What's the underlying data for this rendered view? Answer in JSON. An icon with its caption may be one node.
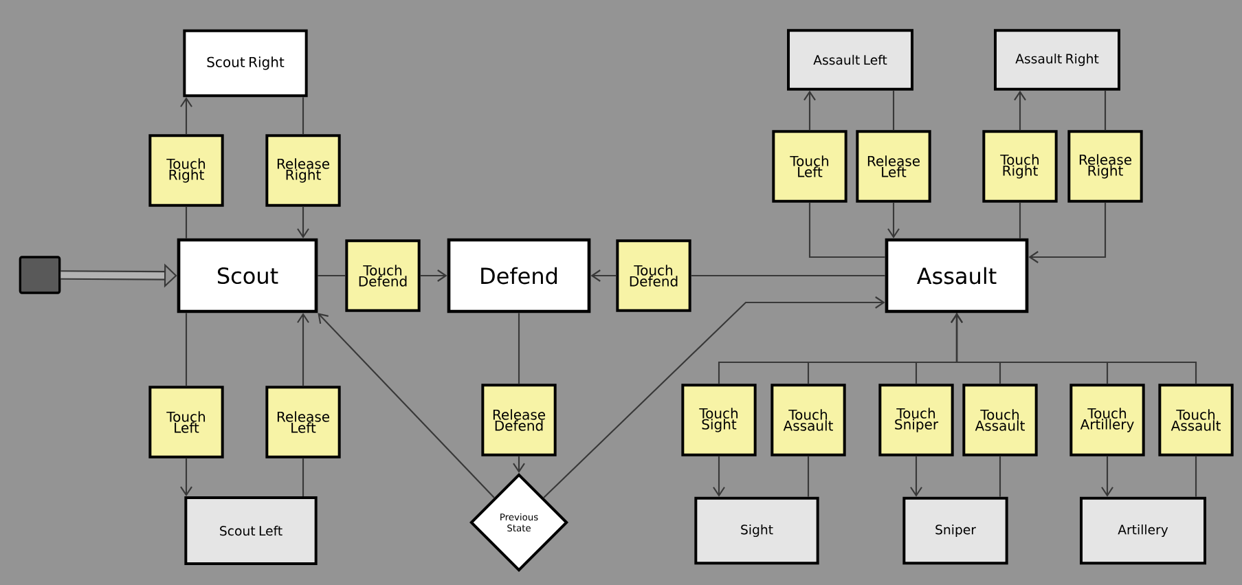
{
  "diagram": {
    "nodes": [
      {
        "text": [],
        "shape": "box"
      },
      {
        "text": [
          "Scout"
        ]
      },
      {
        "text": [
          "Scout Right"
        ]
      },
      {
        "text": [
          "Touch Right"
        ]
      },
      {
        "text": [
          "Release Right"
        ]
      },
      {
        "text": [
          "Touch Left"
        ]
      },
      {
        "text": [
          "Release Left"
        ]
      },
      {
        "text": [
          "Scout Left"
        ]
      },
      {
        "text": [
          "Touch Defend"
        ]
      },
      {
        "text": [
          "Defend"
        ]
      },
      {
        "text": [
          "Touch Defend"
        ]
      },
      {
        "text": [
          "Release Defend"
        ]
      },
      {
        "text": [
          "Previous State"
        ]
      },
      {
        "text": [
          "Assault"
        ]
      },
      {
        "text": [
          "Assault Left"
        ]
      },
      {
        "text": [
          "Assault Right"
        ]
      },
      {
        "text": [
          "Touch Left"
        ]
      },
      {
        "text": [
          "Release Left"
        ]
      },
      {
        "text": [
          "Touch Right"
        ]
      },
      {
        "text": [
          "Release Right"
        ]
      },
      {
        "text": [
          "Touch Sight"
        ]
      },
      {
        "text": [
          "Touch Assault"
        ]
      },
      {
        "text": [
          "Touch Sniper"
        ]
      },
      {
        "text": [
          "Touch Assault"
        ]
      },
      {
        "text": [
          "Touch Artillery"
        ]
      },
      {
        "text": [
          "Touch Assault"
        ]
      },
      {
        "text": [
          "Sight"
        ]
      },
      {
        "text": [
          "Sniper"
        ]
      },
      {
        "text": [
          "Artillery"
        ]
      }
    ],
    "edges": [
      {
        "from": 0,
        "to": 1,
        "arrow": "to",
        "style": "thick"
      },
      {
        "from": 1,
        "to": 3,
        "arrow": "none"
      },
      {
        "from": 3,
        "to": 2,
        "arrow": "to"
      },
      {
        "from": 2,
        "to": 4,
        "arrow": "none"
      },
      {
        "from": 4,
        "to": 1,
        "arrow": "to"
      },
      {
        "from": 1,
        "to": 5,
        "arrow": "none"
      },
      {
        "from": 5,
        "to": 7,
        "arrow": "to"
      },
      {
        "from": 7,
        "to": 6,
        "arrow": "none"
      },
      {
        "from": 6,
        "to": 1,
        "arrow": "to"
      },
      {
        "from": 1,
        "to": 8,
        "arrow": "none"
      },
      {
        "from": 8,
        "to": 9,
        "arrow": "to"
      },
      {
        "from": 13,
        "to": 10,
        "arrow": "none"
      },
      {
        "from": 10,
        "to": 9,
        "arrow": "to"
      },
      {
        "from": 9,
        "to": 11,
        "arrow": "none"
      },
      {
        "from": 11,
        "to": 12,
        "arrow": "to"
      },
      {
        "from": 12,
        "to": 1,
        "arrow": "to"
      },
      {
        "from": 12,
        "to": 13,
        "arrow": "to"
      },
      {
        "from": 13,
        "to": 16,
        "arrow": "none"
      },
      {
        "from": 16,
        "to": 14,
        "arrow": "to"
      },
      {
        "from": 14,
        "to": 17,
        "arrow": "none"
      },
      {
        "from": 17,
        "to": 13,
        "arrow": "to"
      },
      {
        "from": 13,
        "to": 18,
        "arrow": "none"
      },
      {
        "from": 18,
        "to": 15,
        "arrow": "to"
      },
      {
        "from": 15,
        "to": 19,
        "arrow": "none"
      },
      {
        "from": 19,
        "to": 13,
        "arrow": "to"
      },
      {
        "from": 13,
        "to": 20,
        "arrow": "none"
      },
      {
        "from": 20,
        "to": 26,
        "arrow": "to"
      },
      {
        "from": 26,
        "to": 21,
        "arrow": "none"
      },
      {
        "from": 21,
        "to": 13,
        "arrow": "to"
      },
      {
        "from": 13,
        "to": 22,
        "arrow": "none"
      },
      {
        "from": 22,
        "to": 27,
        "arrow": "to"
      },
      {
        "from": 27,
        "to": 23,
        "arrow": "none"
      },
      {
        "from": 23,
        "to": 13,
        "arrow": "to"
      },
      {
        "from": 13,
        "to": 24,
        "arrow": "none"
      },
      {
        "from": 24,
        "to": 28,
        "arrow": "to"
      },
      {
        "from": 28,
        "to": 25,
        "arrow": "none"
      },
      {
        "from": 25,
        "to": 13,
        "arrow": "to"
      }
    ]
  }
}
